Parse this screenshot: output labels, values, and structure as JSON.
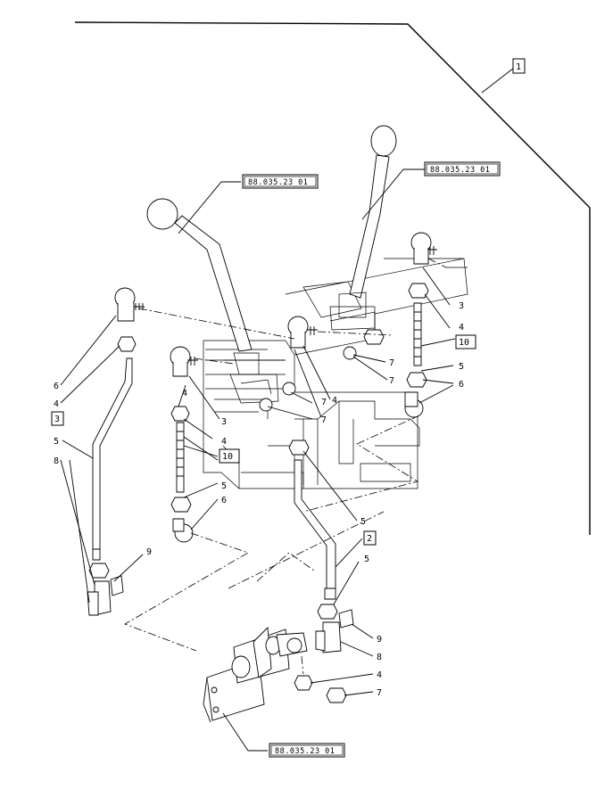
{
  "references": [
    {
      "id": "ref-upper-left",
      "text": "88.035.23 01"
    },
    {
      "id": "ref-upper-right",
      "text": "88.035.23 01"
    },
    {
      "id": "ref-bottom",
      "text": "88.035.23 01"
    }
  ],
  "boxed_callouts": [
    {
      "id": "assembly",
      "text": "1"
    },
    {
      "id": "left-rod",
      "text": "3"
    },
    {
      "id": "mid-rod",
      "text": "2"
    },
    {
      "id": "right-stud",
      "text": "10"
    },
    {
      "id": "left-stud",
      "text": "10"
    }
  ],
  "callouts": [
    {
      "id": "c-6a",
      "text": "6"
    },
    {
      "id": "c-4a",
      "text": "4"
    },
    {
      "id": "c-5a",
      "text": "5"
    },
    {
      "id": "c-8a",
      "text": "8"
    },
    {
      "id": "c-9a",
      "text": "9"
    },
    {
      "id": "c-4b",
      "text": "4"
    },
    {
      "id": "c-3b",
      "text": "3"
    },
    {
      "id": "c-4c",
      "text": "4"
    },
    {
      "id": "c-5b",
      "text": "5"
    },
    {
      "id": "c-6b",
      "text": "6"
    },
    {
      "id": "c-7a",
      "text": "7"
    },
    {
      "id": "c-7b",
      "text": "7"
    },
    {
      "id": "c-4d",
      "text": "4"
    },
    {
      "id": "c-3c",
      "text": "3"
    },
    {
      "id": "c-4e",
      "text": "4"
    },
    {
      "id": "c-5c",
      "text": "5"
    },
    {
      "id": "c-6c",
      "text": "6"
    },
    {
      "id": "c-7c",
      "text": "7"
    },
    {
      "id": "c-7d",
      "text": "7"
    },
    {
      "id": "c-5d",
      "text": "5"
    },
    {
      "id": "c-5e",
      "text": "5"
    },
    {
      "id": "c-9b",
      "text": "9"
    },
    {
      "id": "c-8b",
      "text": "8"
    },
    {
      "id": "c-4f",
      "text": "4"
    },
    {
      "id": "c-7e",
      "text": "7"
    }
  ]
}
